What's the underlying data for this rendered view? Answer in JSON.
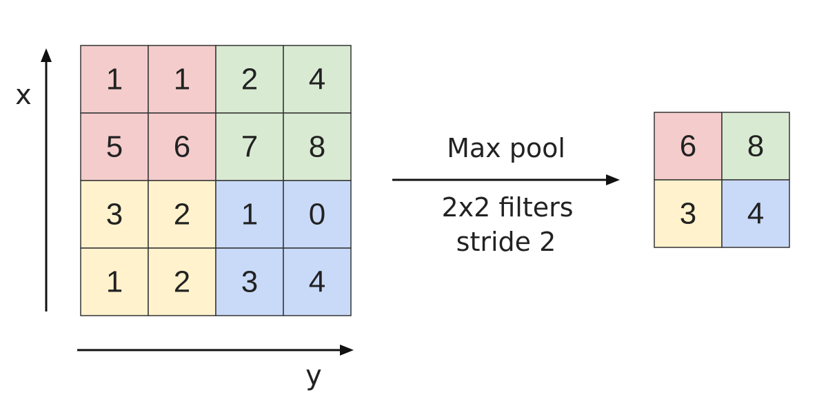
{
  "input_grid": {
    "rows": [
      [
        1,
        1,
        2,
        4
      ],
      [
        5,
        6,
        7,
        8
      ],
      [
        3,
        2,
        1,
        0
      ],
      [
        1,
        2,
        3,
        4
      ]
    ],
    "region_colors": {
      "top_left": "#f4cccc",
      "top_right": "#d9ead3",
      "bottom_left": "#fff2cc",
      "bottom_right": "#c9daf8"
    }
  },
  "output_grid": {
    "rows": [
      [
        6,
        8
      ],
      [
        3,
        4
      ]
    ]
  },
  "axes": {
    "vertical_label": "x",
    "horizontal_label": "y"
  },
  "operation": {
    "label": "Max pool",
    "detail_line_1": "2x2 filters",
    "detail_line_2": "stride 2"
  }
}
